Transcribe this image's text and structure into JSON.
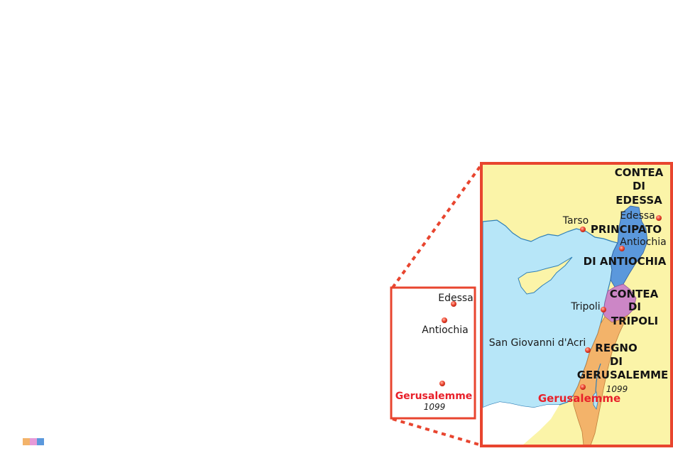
{
  "colors": {
    "frame": "#e8452f",
    "land": "#fbf4a8",
    "sea": "#b7e6f8",
    "edessa_antioch": "#5b98dc",
    "tripoli": "#cc86c6",
    "jerusalem": "#f3b36a",
    "city_dot": "#e8452f",
    "capital_text": "#e8202a"
  },
  "small_map": {
    "cities": [
      {
        "name": "Edessa"
      },
      {
        "name": "Antiochia"
      }
    ],
    "capital": {
      "name": "Gerusalemme",
      "year": "1099"
    }
  },
  "large_map": {
    "regions": {
      "edessa": [
        "CONTEA",
        "DI",
        "EDESSA"
      ],
      "antioch_top": "PRINCIPATO",
      "antioch_bottom": "DI ANTIOCHIA",
      "tripoli": [
        "CONTEA",
        "DI",
        "TRIPOLI"
      ],
      "jerusalem": [
        "REGNO",
        "DI",
        "GERUSALEMME"
      ]
    },
    "cities": {
      "tarso": "Tarso",
      "edessa": "Edessa",
      "antiochia": "Antiochia",
      "tripoli": "Tripoli",
      "acri": "San Giovanni d'Acri"
    },
    "capital": {
      "name": "Gerusalemme",
      "year": "1099"
    }
  },
  "legend": {
    "swatches": [
      {
        "name": "jerusalem",
        "color": "#f3b36a"
      },
      {
        "name": "tripoli",
        "color": "#e79ad8"
      },
      {
        "name": "edessa-antioch",
        "color": "#5b98dc"
      }
    ]
  }
}
